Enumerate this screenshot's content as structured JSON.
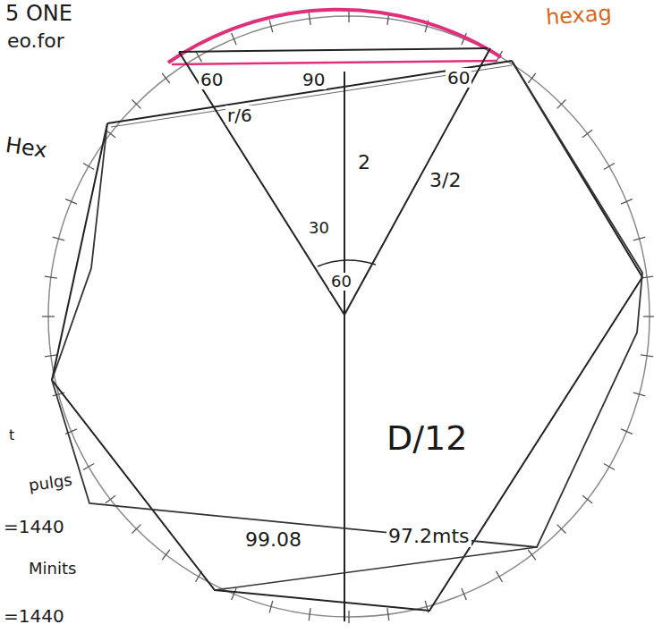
{
  "diagram": {
    "labels": [
      "5 ONE",
      "eo.for",
      "hexag",
      "Hex",
      "60",
      "90",
      "60",
      "r/6",
      "2",
      "3/2",
      "30",
      "60",
      "D/12",
      "99.08",
      "97.2mts",
      "t",
      "pulgs",
      "=1440",
      "Minits",
      "=1440"
    ]
  }
}
